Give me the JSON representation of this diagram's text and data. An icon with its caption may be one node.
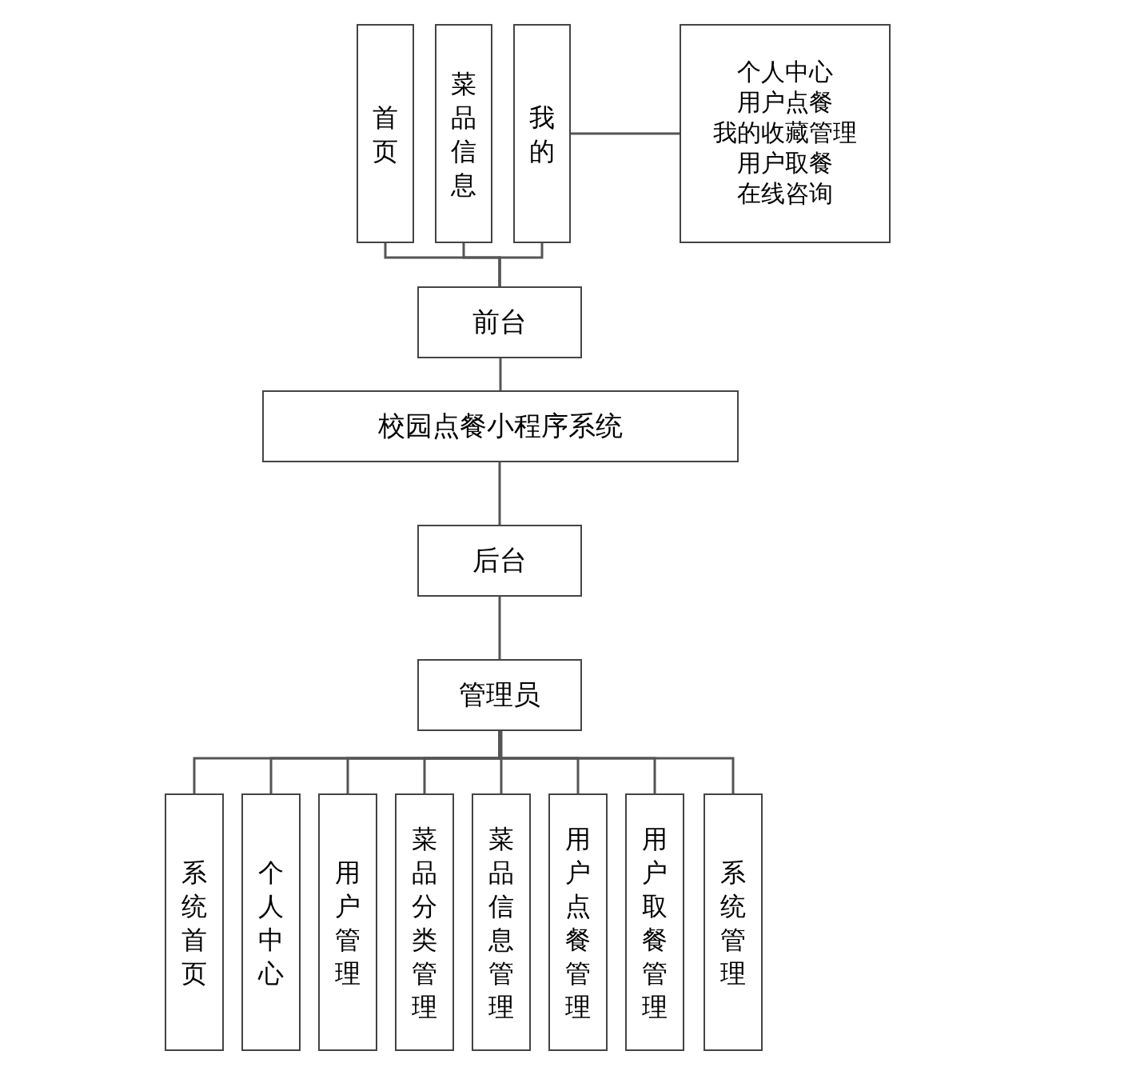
{
  "diagram": {
    "nodes": [
      {
        "text": [
          "首页"
        ]
      },
      {
        "text": [
          "菜品信息"
        ]
      },
      {
        "text": [
          "我的"
        ]
      },
      {
        "text": [
          "个人中心",
          "用户点餐",
          "我的收藏管理",
          "用户取餐",
          "在线咨询"
        ]
      },
      {
        "text": [
          "前台"
        ]
      },
      {
        "text": [
          "校园点餐小程序系统"
        ]
      },
      {
        "text": [
          "后台"
        ]
      },
      {
        "text": [
          "管理员"
        ]
      },
      {
        "text": [
          "系统首页"
        ]
      },
      {
        "text": [
          "个人中心"
        ]
      },
      {
        "text": [
          "用户管理"
        ]
      },
      {
        "text": [
          "菜品分类管理"
        ]
      },
      {
        "text": [
          "菜品信息管理"
        ]
      },
      {
        "text": [
          "用户点餐管理"
        ]
      },
      {
        "text": [
          "用户取餐管理"
        ]
      },
      {
        "text": [
          "系统管理"
        ]
      }
    ],
    "edges": [
      {
        "from": 4,
        "to": 0,
        "arrow": "none"
      },
      {
        "from": 4,
        "to": 1,
        "arrow": "none"
      },
      {
        "from": 4,
        "to": 2,
        "arrow": "none"
      },
      {
        "from": 2,
        "to": 3,
        "arrow": "none"
      },
      {
        "from": 4,
        "to": 5,
        "arrow": "none"
      },
      {
        "from": 5,
        "to": 6,
        "arrow": "none"
      },
      {
        "from": 6,
        "to": 7,
        "arrow": "none"
      },
      {
        "from": 7,
        "to": 8,
        "arrow": "none"
      },
      {
        "from": 7,
        "to": 9,
        "arrow": "none"
      },
      {
        "from": 7,
        "to": 10,
        "arrow": "none"
      },
      {
        "from": 7,
        "to": 11,
        "arrow": "none"
      },
      {
        "from": 7,
        "to": 12,
        "arrow": "none"
      },
      {
        "from": 7,
        "to": 13,
        "arrow": "none"
      },
      {
        "from": 7,
        "to": 14,
        "arrow": "none"
      },
      {
        "from": 7,
        "to": 15,
        "arrow": "none"
      }
    ]
  }
}
